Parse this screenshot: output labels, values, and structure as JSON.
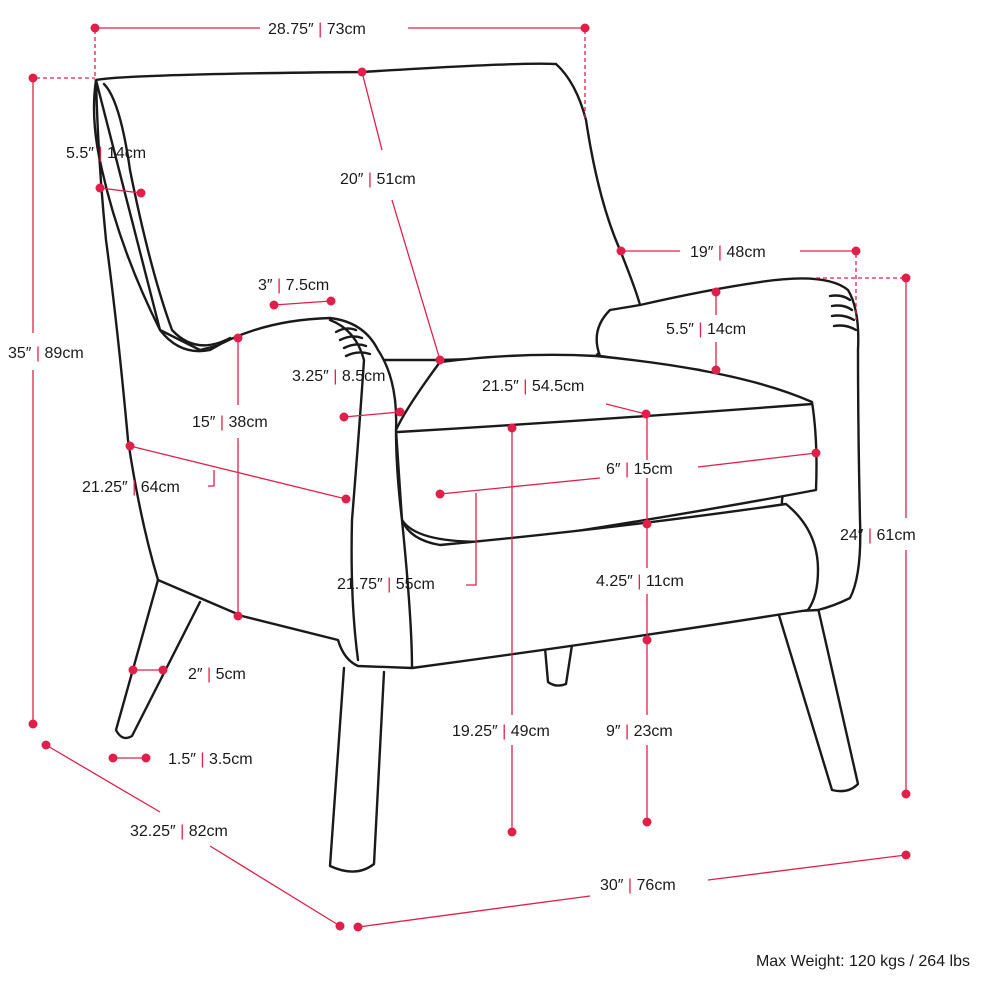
{
  "dimensions": {
    "overall_width": {
      "imperial": "28.75″",
      "metric": "73cm"
    },
    "wing_depth": {
      "imperial": "5.5″",
      "metric": "14cm"
    },
    "back_height": {
      "imperial": "20″",
      "metric": "51cm"
    },
    "back_to_arm": {
      "imperial": "19″",
      "metric": "48cm"
    },
    "arm_width_top": {
      "imperial": "3″",
      "metric": "7.5cm"
    },
    "arm_height_above_seat": {
      "imperial": "5.5″",
      "metric": "14cm"
    },
    "overall_height": {
      "imperial": "35″",
      "metric": "89cm"
    },
    "arm_front_width": {
      "imperial": "3.25″",
      "metric": "8.5cm"
    },
    "seat_width": {
      "imperial": "21.5″",
      "metric": "54.5cm"
    },
    "arm_drop": {
      "imperial": "15″",
      "metric": "38cm"
    },
    "side_depth": {
      "imperial": "21.25″",
      "metric": "64cm"
    },
    "cushion_thickness": {
      "imperial": "6″",
      "metric": "15cm"
    },
    "arm_height": {
      "imperial": "24″",
      "metric": "61cm"
    },
    "seat_depth": {
      "imperial": "21.75″",
      "metric": "55cm"
    },
    "base_height": {
      "imperial": "4.25″",
      "metric": "11cm"
    },
    "leg_top": {
      "imperial": "2″",
      "metric": "5cm"
    },
    "leg_bottom": {
      "imperial": "1.5″",
      "metric": "3.5cm"
    },
    "seat_height": {
      "imperial": "19.25″",
      "metric": "49cm"
    },
    "leg_height": {
      "imperial": "9″",
      "metric": "23cm"
    },
    "overall_depth": {
      "imperial": "32.25″",
      "metric": "82cm"
    },
    "overall_length": {
      "imperial": "30″",
      "metric": "76cm"
    }
  },
  "max_weight": "Max Weight: 120 kgs / 264 lbs",
  "colors": {
    "accent": "#e0204a",
    "ink": "#1a1a1a",
    "background": "#ffffff"
  }
}
